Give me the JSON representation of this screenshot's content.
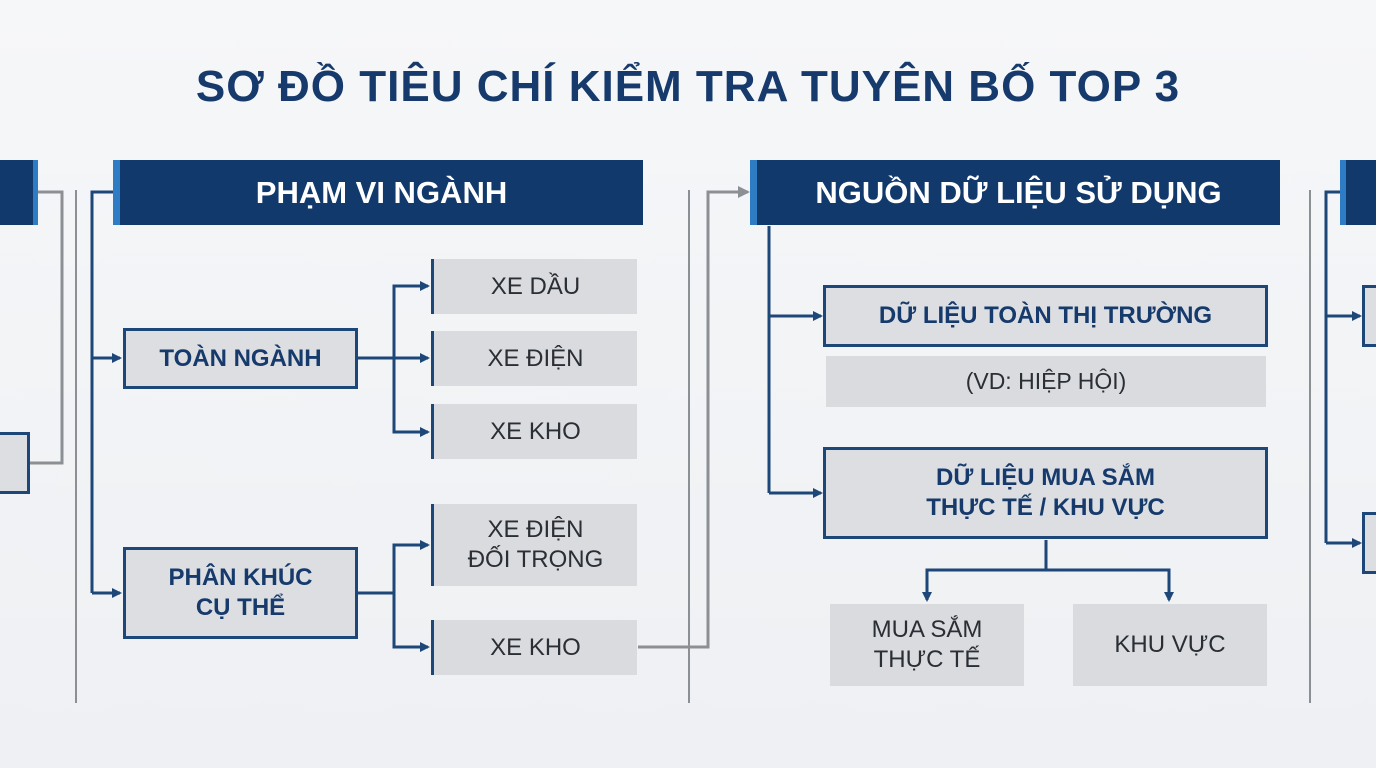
{
  "title": "SƠ ĐỒ TIÊU CHÍ KIỂM TRA TUYÊN BỐ TOP 3",
  "scope": {
    "header": "PHẠM VI NGÀNH",
    "industry": {
      "label": "TOÀN NGÀNH",
      "children": [
        "XE DẦU",
        "XE ĐIỆN",
        "XE KHO"
      ]
    },
    "segment": {
      "label": "PHÂN KHÚC\nCỤ THỂ",
      "children": [
        "XE ĐIỆN\nĐỐI TRỌNG",
        "XE KHO"
      ]
    }
  },
  "sources": {
    "header": "NGUỒN DỮ LIỆU SỬ DỤNG",
    "market": {
      "label": "DỮ LIỆU TOÀN THỊ TRƯỜNG",
      "note": "(VD: HIỆP HỘI)"
    },
    "purchase": {
      "label": "DỮ LIỆU MUA SẮM\nTHỰC TẾ / KHU VỰC",
      "children": [
        "MUA SẮM\nTHỰC TẾ",
        "KHU VỰC"
      ]
    }
  },
  "colors": {
    "navy": "#11396c",
    "accent": "#2d7cc4",
    "box_fill": "#dcdee1",
    "connector_gray": "#8c8f94"
  }
}
